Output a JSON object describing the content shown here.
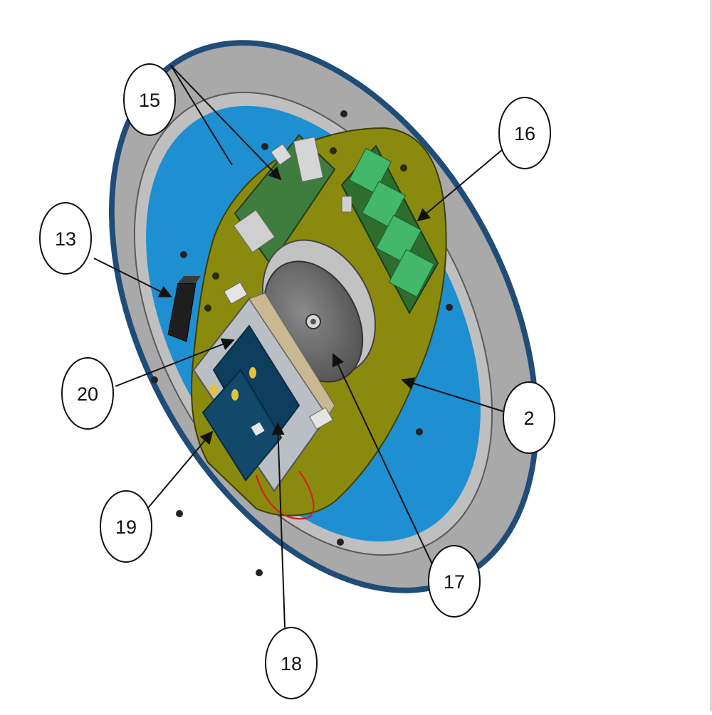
{
  "figure": {
    "callouts": [
      {
        "id": "c15",
        "label": "15",
        "target": "circuit-board-15"
      },
      {
        "id": "c16",
        "label": "16",
        "target": "connector-module-16"
      },
      {
        "id": "c13",
        "label": "13",
        "target": "connector-block-13"
      },
      {
        "id": "c20",
        "label": "20",
        "target": "mounting-frame-20"
      },
      {
        "id": "c19",
        "label": "19",
        "target": "battery-module-19"
      },
      {
        "id": "c18",
        "label": "18",
        "target": "battery-bracket-18"
      },
      {
        "id": "c17",
        "label": "17",
        "target": "speaker-disc-17"
      },
      {
        "id": "c2",
        "label": "2",
        "target": "mounting-plate-2"
      }
    ],
    "colors": {
      "housing_rim": "#a9a9a9",
      "housing_edge": "#1f4d78",
      "interior": "#1e8fd0",
      "mounting_plate": "#8a8a0e",
      "pcb": "#3f7d3f",
      "terminal": "#43b86a",
      "speaker": "#6e6e6e",
      "battery": "#12496a",
      "frame": "#b9bfc4",
      "wire": "#d42020"
    }
  }
}
